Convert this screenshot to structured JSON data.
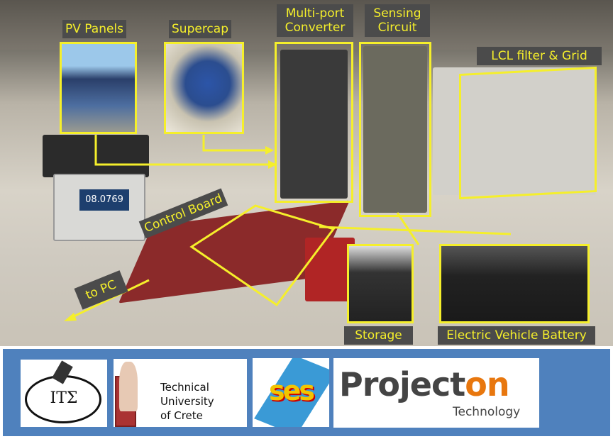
{
  "labels": {
    "pv": "PV Panels",
    "supercap": "Supercap",
    "converter_1": "Multi-port",
    "converter_2": "Converter",
    "sensing_1": "Sensing",
    "sensing_2": "Circuit",
    "lcl": "LCL filter & Grid",
    "control": "Control Board",
    "topc": "to PC",
    "storage": "Storage",
    "ev": "Electric Vehicle Battery"
  },
  "meter_reading": "08.0769",
  "logos": {
    "ite": "ΙΤΣ",
    "tuc_1": "Technical",
    "tuc_2": "University",
    "tuc_3": "of Crete",
    "ses": "ses",
    "projecton_a": "Project",
    "projecton_b": "on",
    "projecton_sub": "Technology"
  },
  "colors": {
    "annotation": "#f5ef2b",
    "label_bg": "#4b4b4b",
    "band": "#4f81bd",
    "projecton_orange": "#e8770e",
    "projecton_gray": "#444444"
  }
}
